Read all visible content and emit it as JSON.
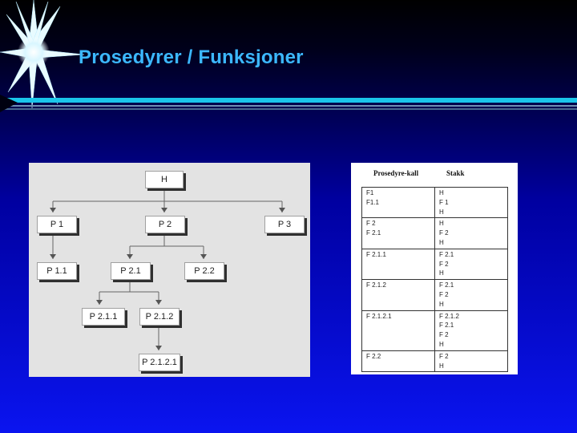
{
  "slide": {
    "title": "Prosedyrer / Funksjoner",
    "colors": {
      "title": "#3cb8ff",
      "rule": "#1ac6ea",
      "panel": "#e3e3e3"
    }
  },
  "tree": {
    "nodes": {
      "h": "H",
      "p1": "P 1",
      "p2": "P 2",
      "p3": "P 3",
      "p11": "P 1.1",
      "p21": "P 2.1",
      "p22": "P 2.2",
      "p211": "P 2.1.1",
      "p212": "P 2.1.2",
      "p2121": "P 2.1.2.1"
    }
  },
  "stack": {
    "header_calls": "Prosedyre-kall",
    "header_stack": "Stakk",
    "rows": [
      {
        "calls": [
          "F1",
          "F1.1"
        ],
        "stack": [
          "H",
          "F 1",
          "H"
        ]
      },
      {
        "calls": [
          "F 2",
          "F 2.1"
        ],
        "stack": [
          "H",
          "F 2",
          "H"
        ]
      },
      {
        "calls": [
          "F 2.1.1"
        ],
        "stack": [
          "F 2.1",
          "F 2",
          "H"
        ]
      },
      {
        "calls": [
          "F 2.1.2"
        ],
        "stack": [
          "F 2.1",
          "F 2",
          "H"
        ]
      },
      {
        "calls": [
          "F 2.1.2.1"
        ],
        "stack": [
          "F 2.1.2",
          "F 2.1",
          "F 2",
          "H"
        ]
      },
      {
        "calls": [
          "F 2.2"
        ],
        "stack": [
          "F 2",
          "H"
        ]
      }
    ]
  }
}
